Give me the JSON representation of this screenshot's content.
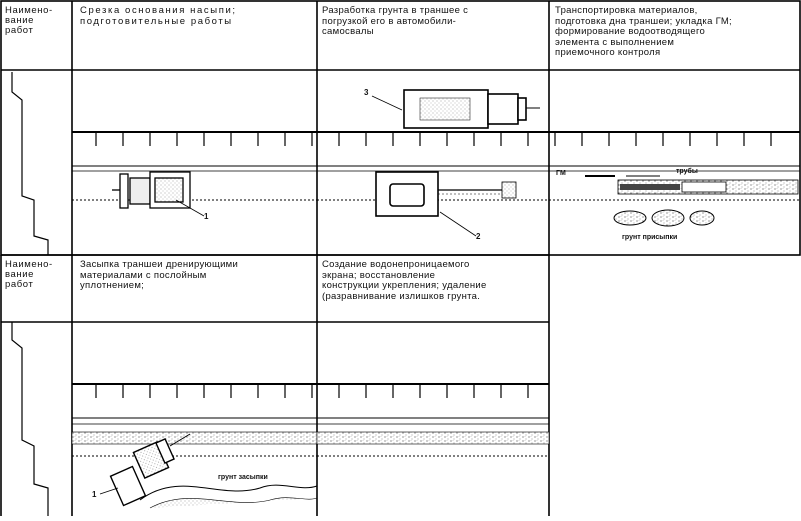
{
  "header_label": "Наимено-\nвание\nработ",
  "row1": {
    "col1": "Срезка основания насыпи;\nподготовительные работы",
    "col2": "Разработка грунта в траншее с\nпогрузкой его в автомобили-\nсамосвалы",
    "col3": "Транспортировка материалов,\nподготовка дна траншеи; укладка ГМ;\nформирование водоотводящего\nэлемента с выполнением\nприемочного контроля"
  },
  "row2": {
    "col1": "Засыпка траншеи дренирующими\nматериалами с послойным\nуплотнением;",
    "col2": "Создание водонепроницаемого\nэкрана; восстановление\nконструкции укрепления; удаление\n(разравнивание излишков грунта."
  },
  "callouts": {
    "one": "1",
    "two": "2",
    "three": "3",
    "one_b": "1"
  },
  "labels": {
    "gm": "ГМ",
    "pipes": "трубы",
    "soil_sprinkle": "грунт присыпки",
    "soil_fill": "грунт засыпки"
  }
}
